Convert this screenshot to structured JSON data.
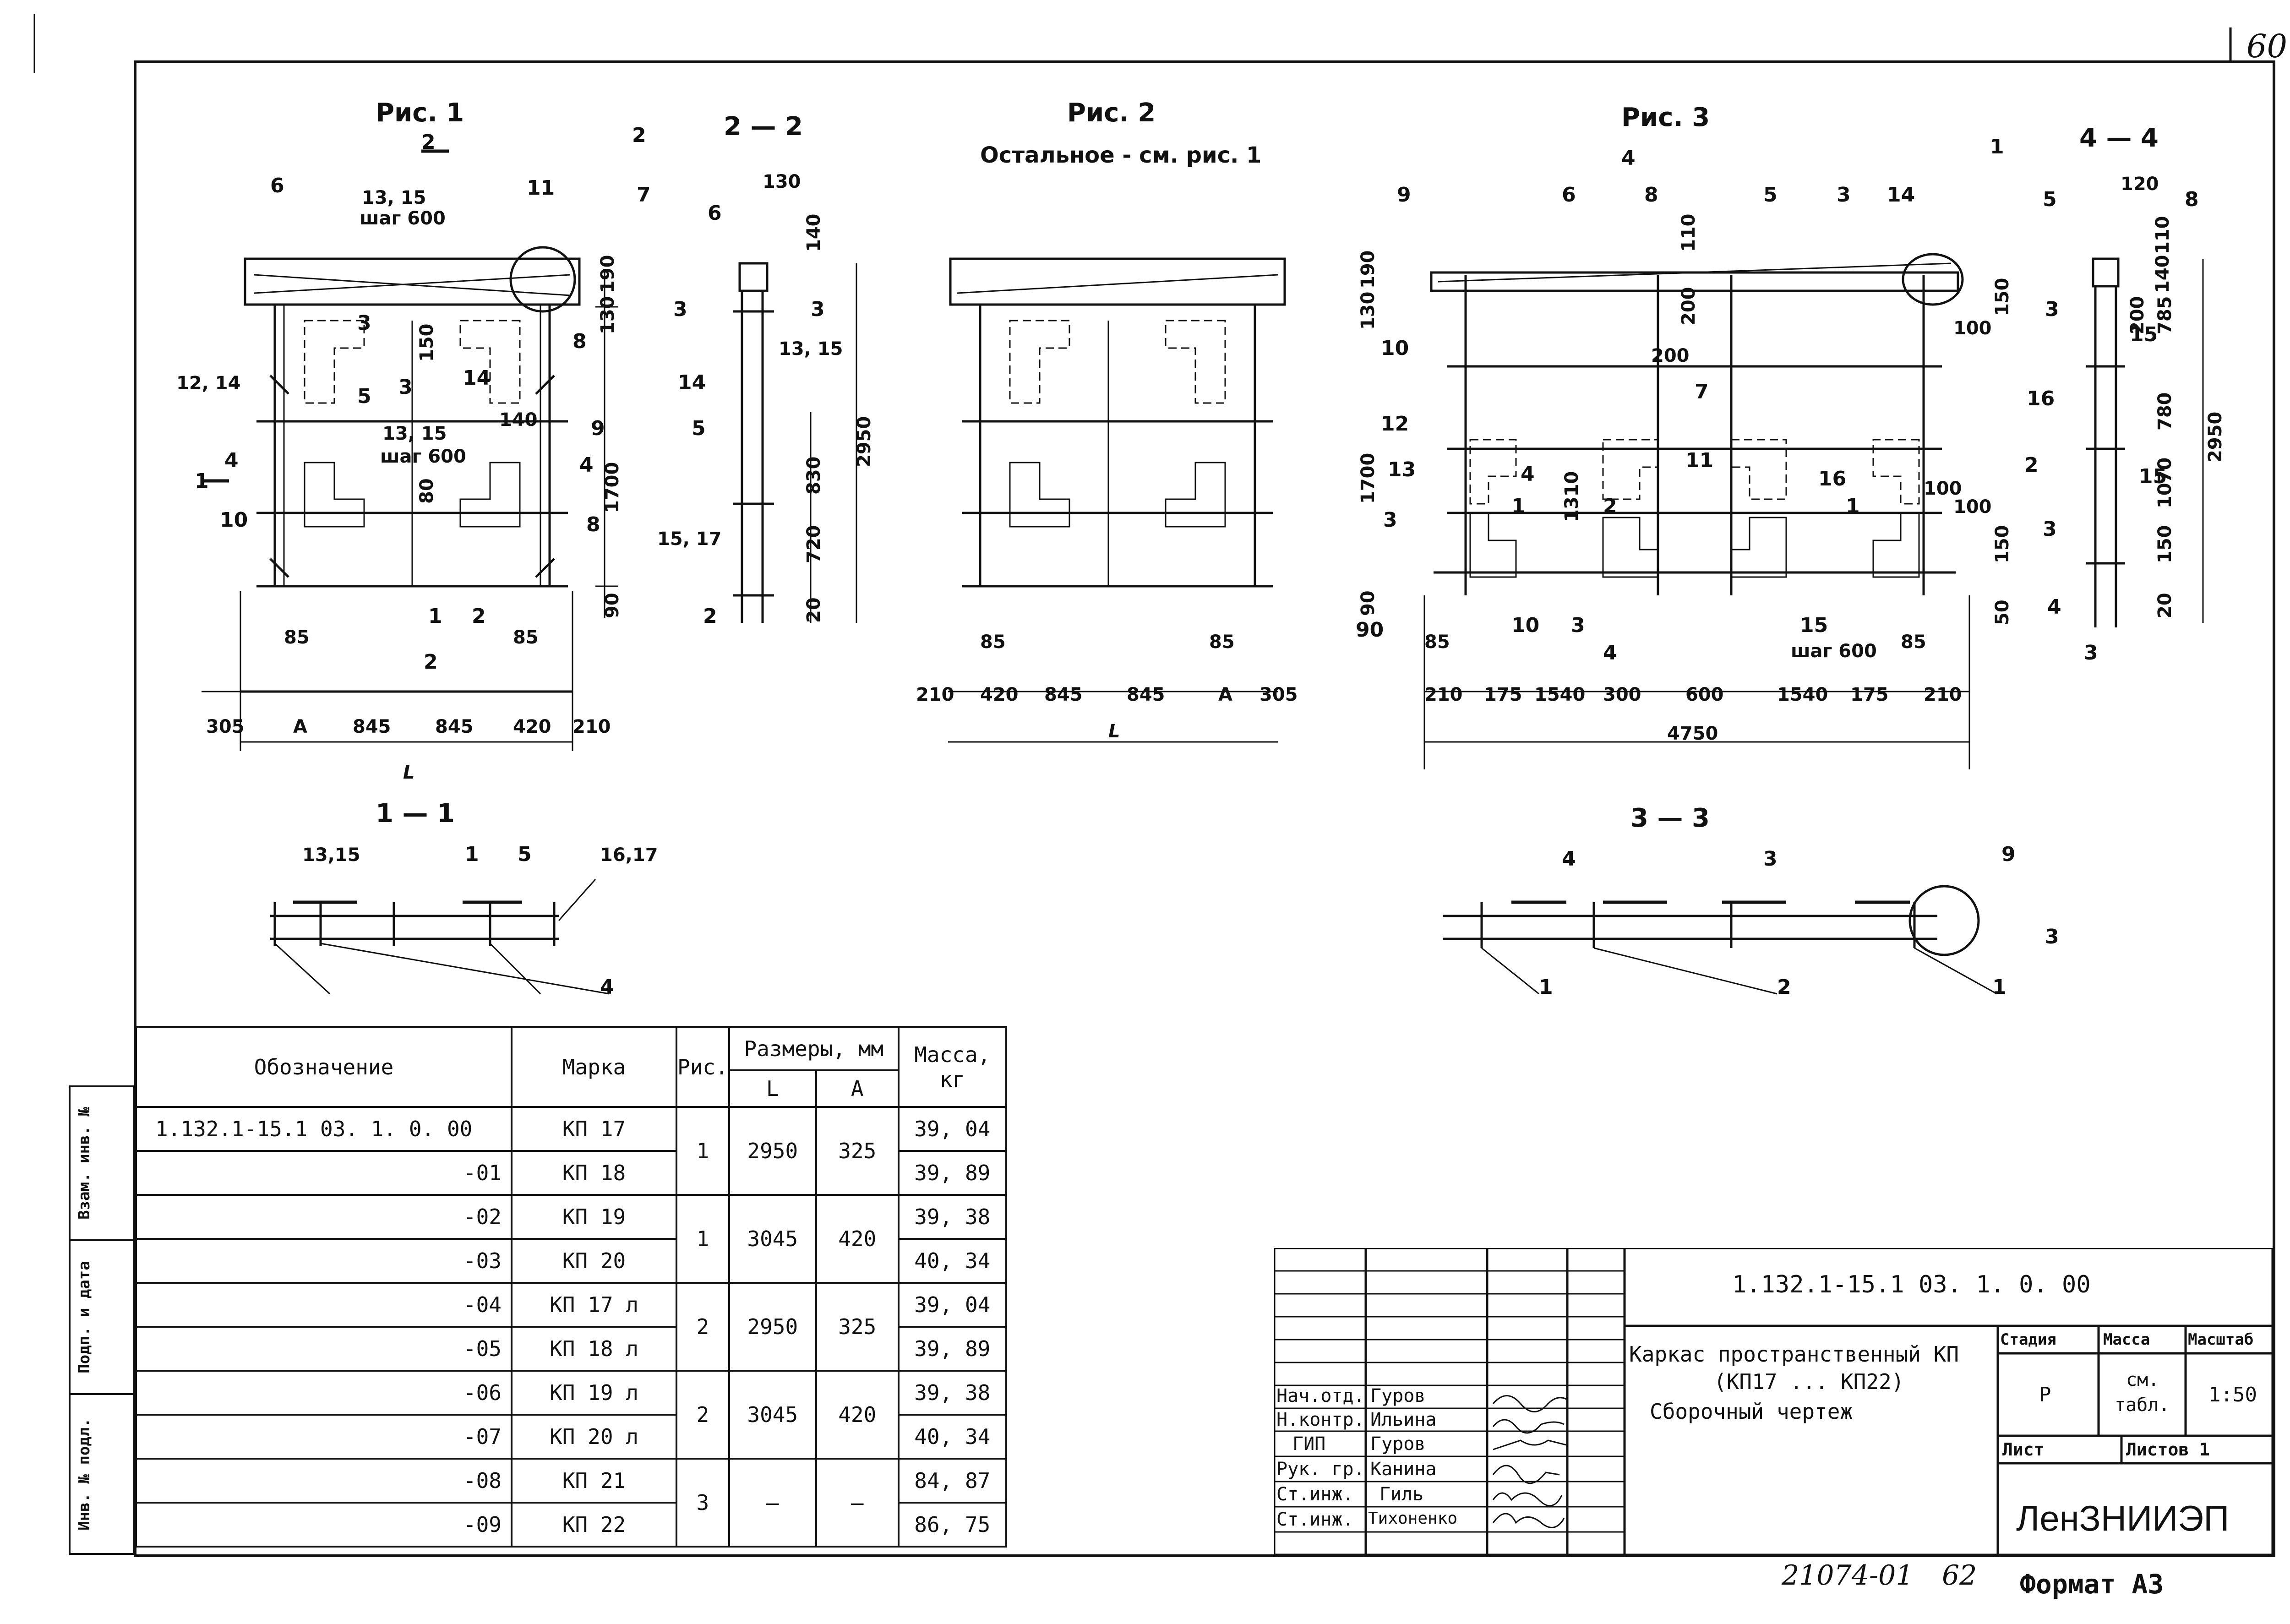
{
  "sheet_number": "60",
  "figures": {
    "fig1": "Рис. 1",
    "fig2": "Рис. 2",
    "fig2_note": "Остальное - см. рис. 1",
    "fig3": "Рис. 3",
    "sec_2_2": "2 — 2",
    "sec_4_4": "4 — 4",
    "sec_1_1": "1 — 1",
    "sec_3_3": "3 — 3"
  },
  "fig1_labels": {
    "step1": "шаг 600",
    "step2": "шаг 600",
    "pos_13_15a": "13, 15",
    "pos_13_15b": "13, 15",
    "pos_12_14": "12, 14",
    "dims_bottom": [
      "305",
      "A",
      "845",
      "845",
      "420",
      "210"
    ],
    "dim_85a": "85",
    "dim_85b": "85",
    "dim_L": "L",
    "dim_1700": "1700",
    "dim_90": "90",
    "dim_190": "190",
    "dim_130": "130",
    "dim_150": "150",
    "dim_140": "140",
    "dim_80": "80"
  },
  "sec22_labels": {
    "d130": "130",
    "d140": "140",
    "d2950": "2950",
    "d830": "830",
    "d720": "720",
    "d20": "20",
    "p1315": "13, 15",
    "p1517": "15, 17"
  },
  "fig2_labels": {
    "dims_bottom": [
      "210",
      "420",
      "845",
      "845",
      "A",
      "305"
    ],
    "dim_85a": "85",
    "dim_85b": "85",
    "dim_L": "L"
  },
  "fig3_labels": {
    "dims_bottom": [
      "210",
      "175",
      "1540",
      "300",
      "600",
      "1540",
      "175",
      "210"
    ],
    "dim_total": "4750",
    "step": "шаг 600",
    "dim_85a": "85",
    "dim_85b": "85",
    "dim_1700": "1700",
    "dim_1310": "1310",
    "dim_130": "130",
    "dim_190": "190",
    "dim_110": "110",
    "dim_200a": "200",
    "dim_200b": "200",
    "dim_100a": "100",
    "dim_100b": "100",
    "dim_100c": "100",
    "dim_150a": "150",
    "dim_150b": "150",
    "dim_90": "90"
  },
  "sec44_labels": {
    "d120": "120",
    "d110": "110",
    "d140": "140",
    "d200": "200",
    "d785": "785",
    "d780": "780",
    "d1070": "1070",
    "d150": "150",
    "d20": "20",
    "d2950": "2950",
    "d50": "50"
  },
  "sec11_labels": {
    "p1315": "13,15",
    "p1617": "16,17"
  },
  "spec_table": {
    "headers": {
      "designation": "Обозначение",
      "mark": "Марка",
      "fig": "Рис.",
      "sizes": "Размеры, мм",
      "L": "L",
      "A": "A",
      "mass": "Масса, кг"
    },
    "rows": [
      {
        "designation": "1.132.1-15.1   03. 1. 0. 00",
        "mark": "КП 17",
        "mass": "39, 04"
      },
      {
        "designation": "-01",
        "mark": "КП 18",
        "mass": "39, 89"
      },
      {
        "designation": "-02",
        "mark": "КП 19",
        "mass": "39, 38"
      },
      {
        "designation": "-03",
        "mark": "КП 20",
        "mass": "40, 34"
      },
      {
        "designation": "-04",
        "mark": "КП 17 л",
        "mass": "39, 04"
      },
      {
        "designation": "-05",
        "mark": "КП 18 л",
        "mass": "39, 89"
      },
      {
        "designation": "-06",
        "mark": "КП 19 л",
        "mass": "39, 38"
      },
      {
        "designation": "-07",
        "mark": "КП 20 л",
        "mass": "40, 34"
      },
      {
        "designation": "-08",
        "mark": "КП 21",
        "mass": "84, 87"
      },
      {
        "designation": "-09",
        "mark": "КП 22",
        "mass": "86, 75"
      }
    ],
    "groups": [
      {
        "fig": "1",
        "L": "2950",
        "A": "325"
      },
      {
        "fig": "1",
        "L": "3045",
        "A": "420"
      },
      {
        "fig": "2",
        "L": "2950",
        "A": "325"
      },
      {
        "fig": "2",
        "L": "3045",
        "A": "420"
      },
      {
        "fig": "3",
        "L": "—",
        "A": "—"
      }
    ]
  },
  "side_stamp": {
    "a": "Взам. инв. №",
    "b": "Подп. и дата",
    "c": "Инв. № подл."
  },
  "title_block": {
    "doc_code": "1.132.1-15.1     03. 1. 0. 00",
    "title_line1": "Каркас пространственный КП",
    "title_line2": "(КП17 ... КП22)",
    "title_line3": "Сборочный чертеж",
    "stage_h": "Стадия",
    "mass_h": "Масса",
    "scale_h": "Масштаб",
    "stage": "Р",
    "mass1": "см.",
    "mass2": "табл.",
    "scale": "1:50",
    "sheet_h": "Лист",
    "sheets_h": "Листов 1",
    "org": "ЛенЗНИИЭП",
    "people": [
      {
        "role": "Нач.отд.",
        "name": "Гуров"
      },
      {
        "role": "Н.контр.",
        "name": "Ильина"
      },
      {
        "role": "ГИП",
        "name": "Гуров"
      },
      {
        "role": "Рук. гр.",
        "name": "Канина"
      },
      {
        "role": "Ст.инж.",
        "name": "Гиль"
      },
      {
        "role": "Ст.инж.",
        "name": "Тихоненко"
      }
    ]
  },
  "footer": {
    "inv": "21074-01",
    "page": "62",
    "format": "Формат А3"
  }
}
